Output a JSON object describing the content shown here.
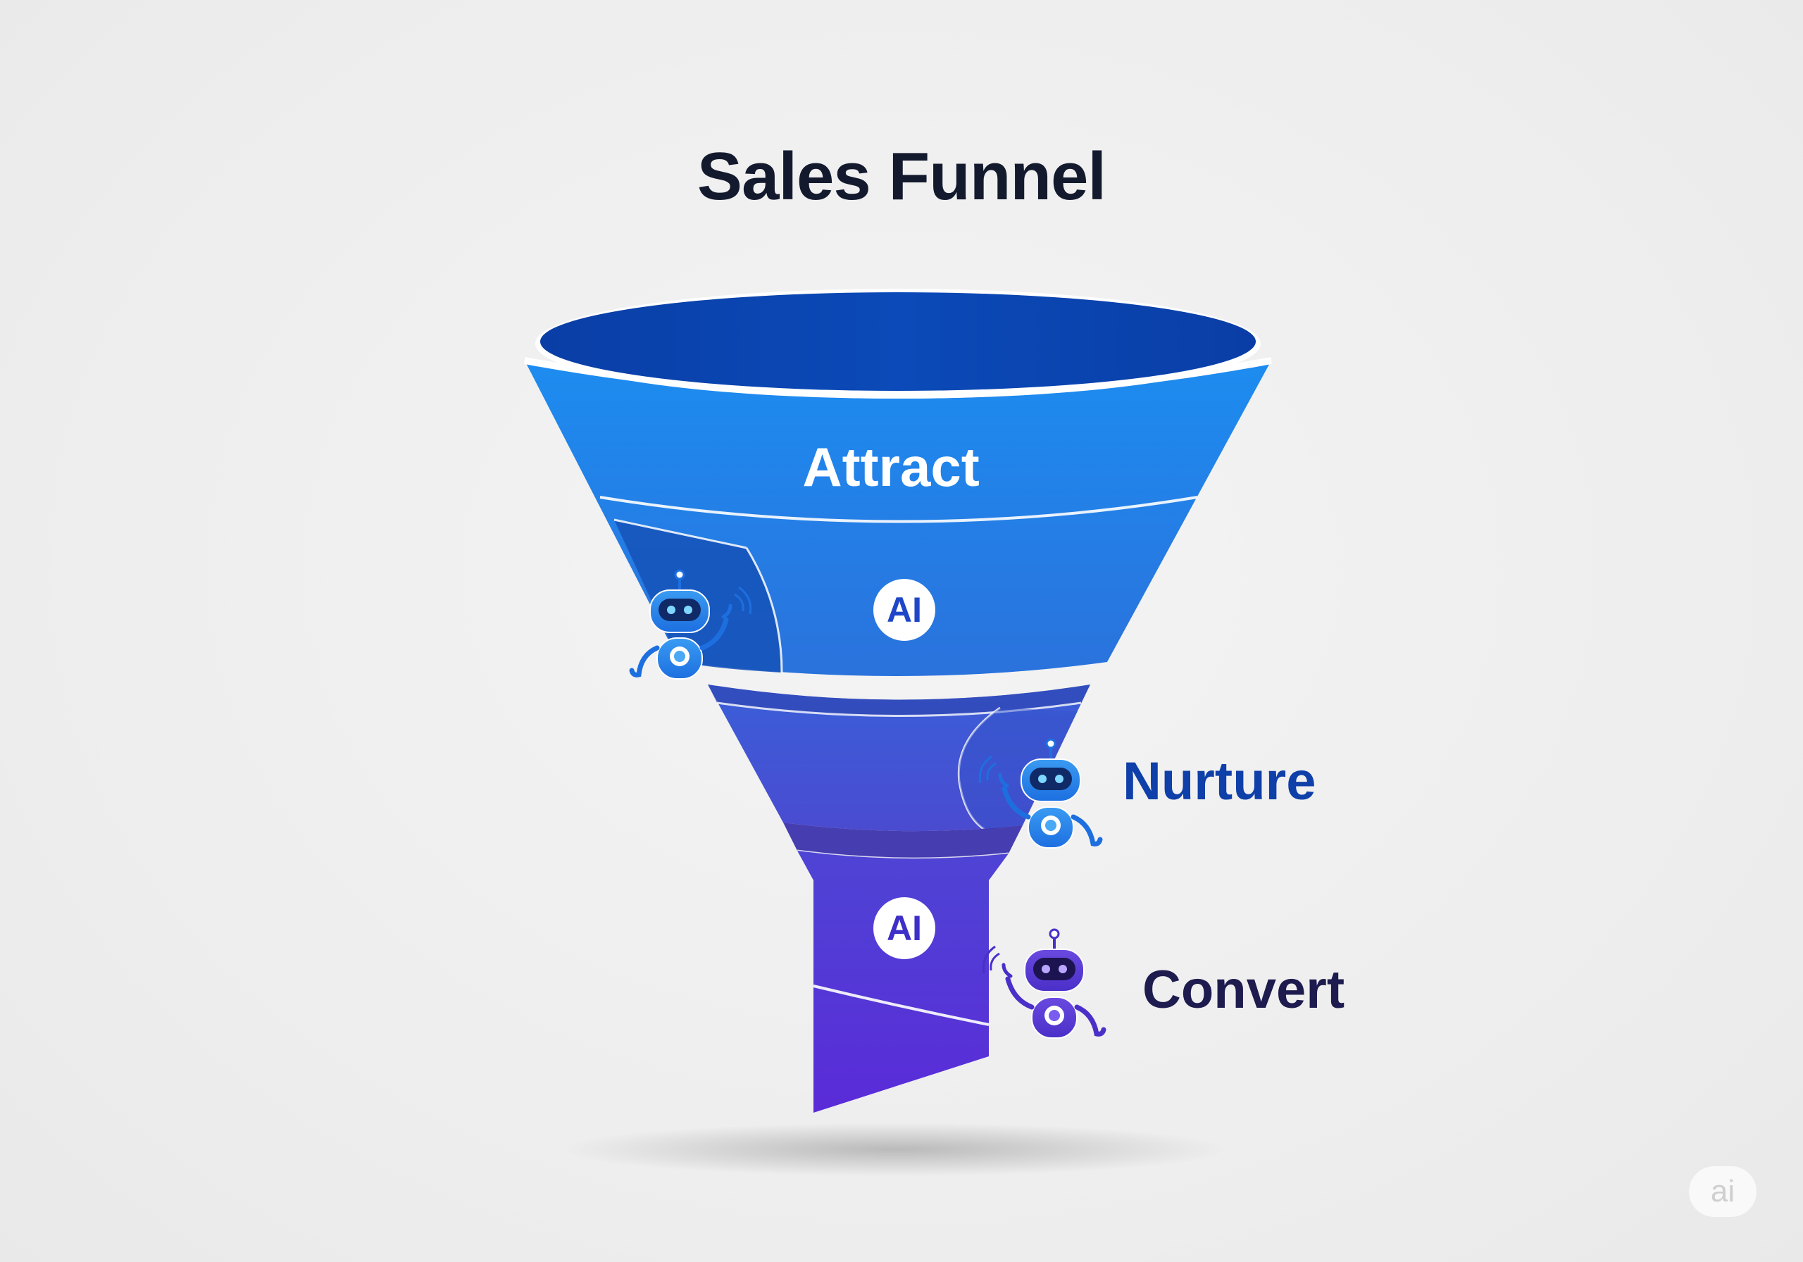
{
  "title": "Sales Funnel",
  "stages": [
    {
      "label": "Attract"
    },
    {
      "label": "Nurture"
    },
    {
      "label": "Convert"
    }
  ],
  "badges": [
    "AI",
    "AI"
  ],
  "watermark": "ai",
  "colors": {
    "background": "#efefef",
    "title": "#141a2e",
    "rim": "#0b46b4",
    "attract": "#1e88ea",
    "nurture": "#3f58d6",
    "convert": "#5b2bd6",
    "nurture_label": "#0f3fa8",
    "convert_label": "#1e1b4e"
  },
  "icons": [
    "robot-icon",
    "robot-icon",
    "robot-icon"
  ]
}
